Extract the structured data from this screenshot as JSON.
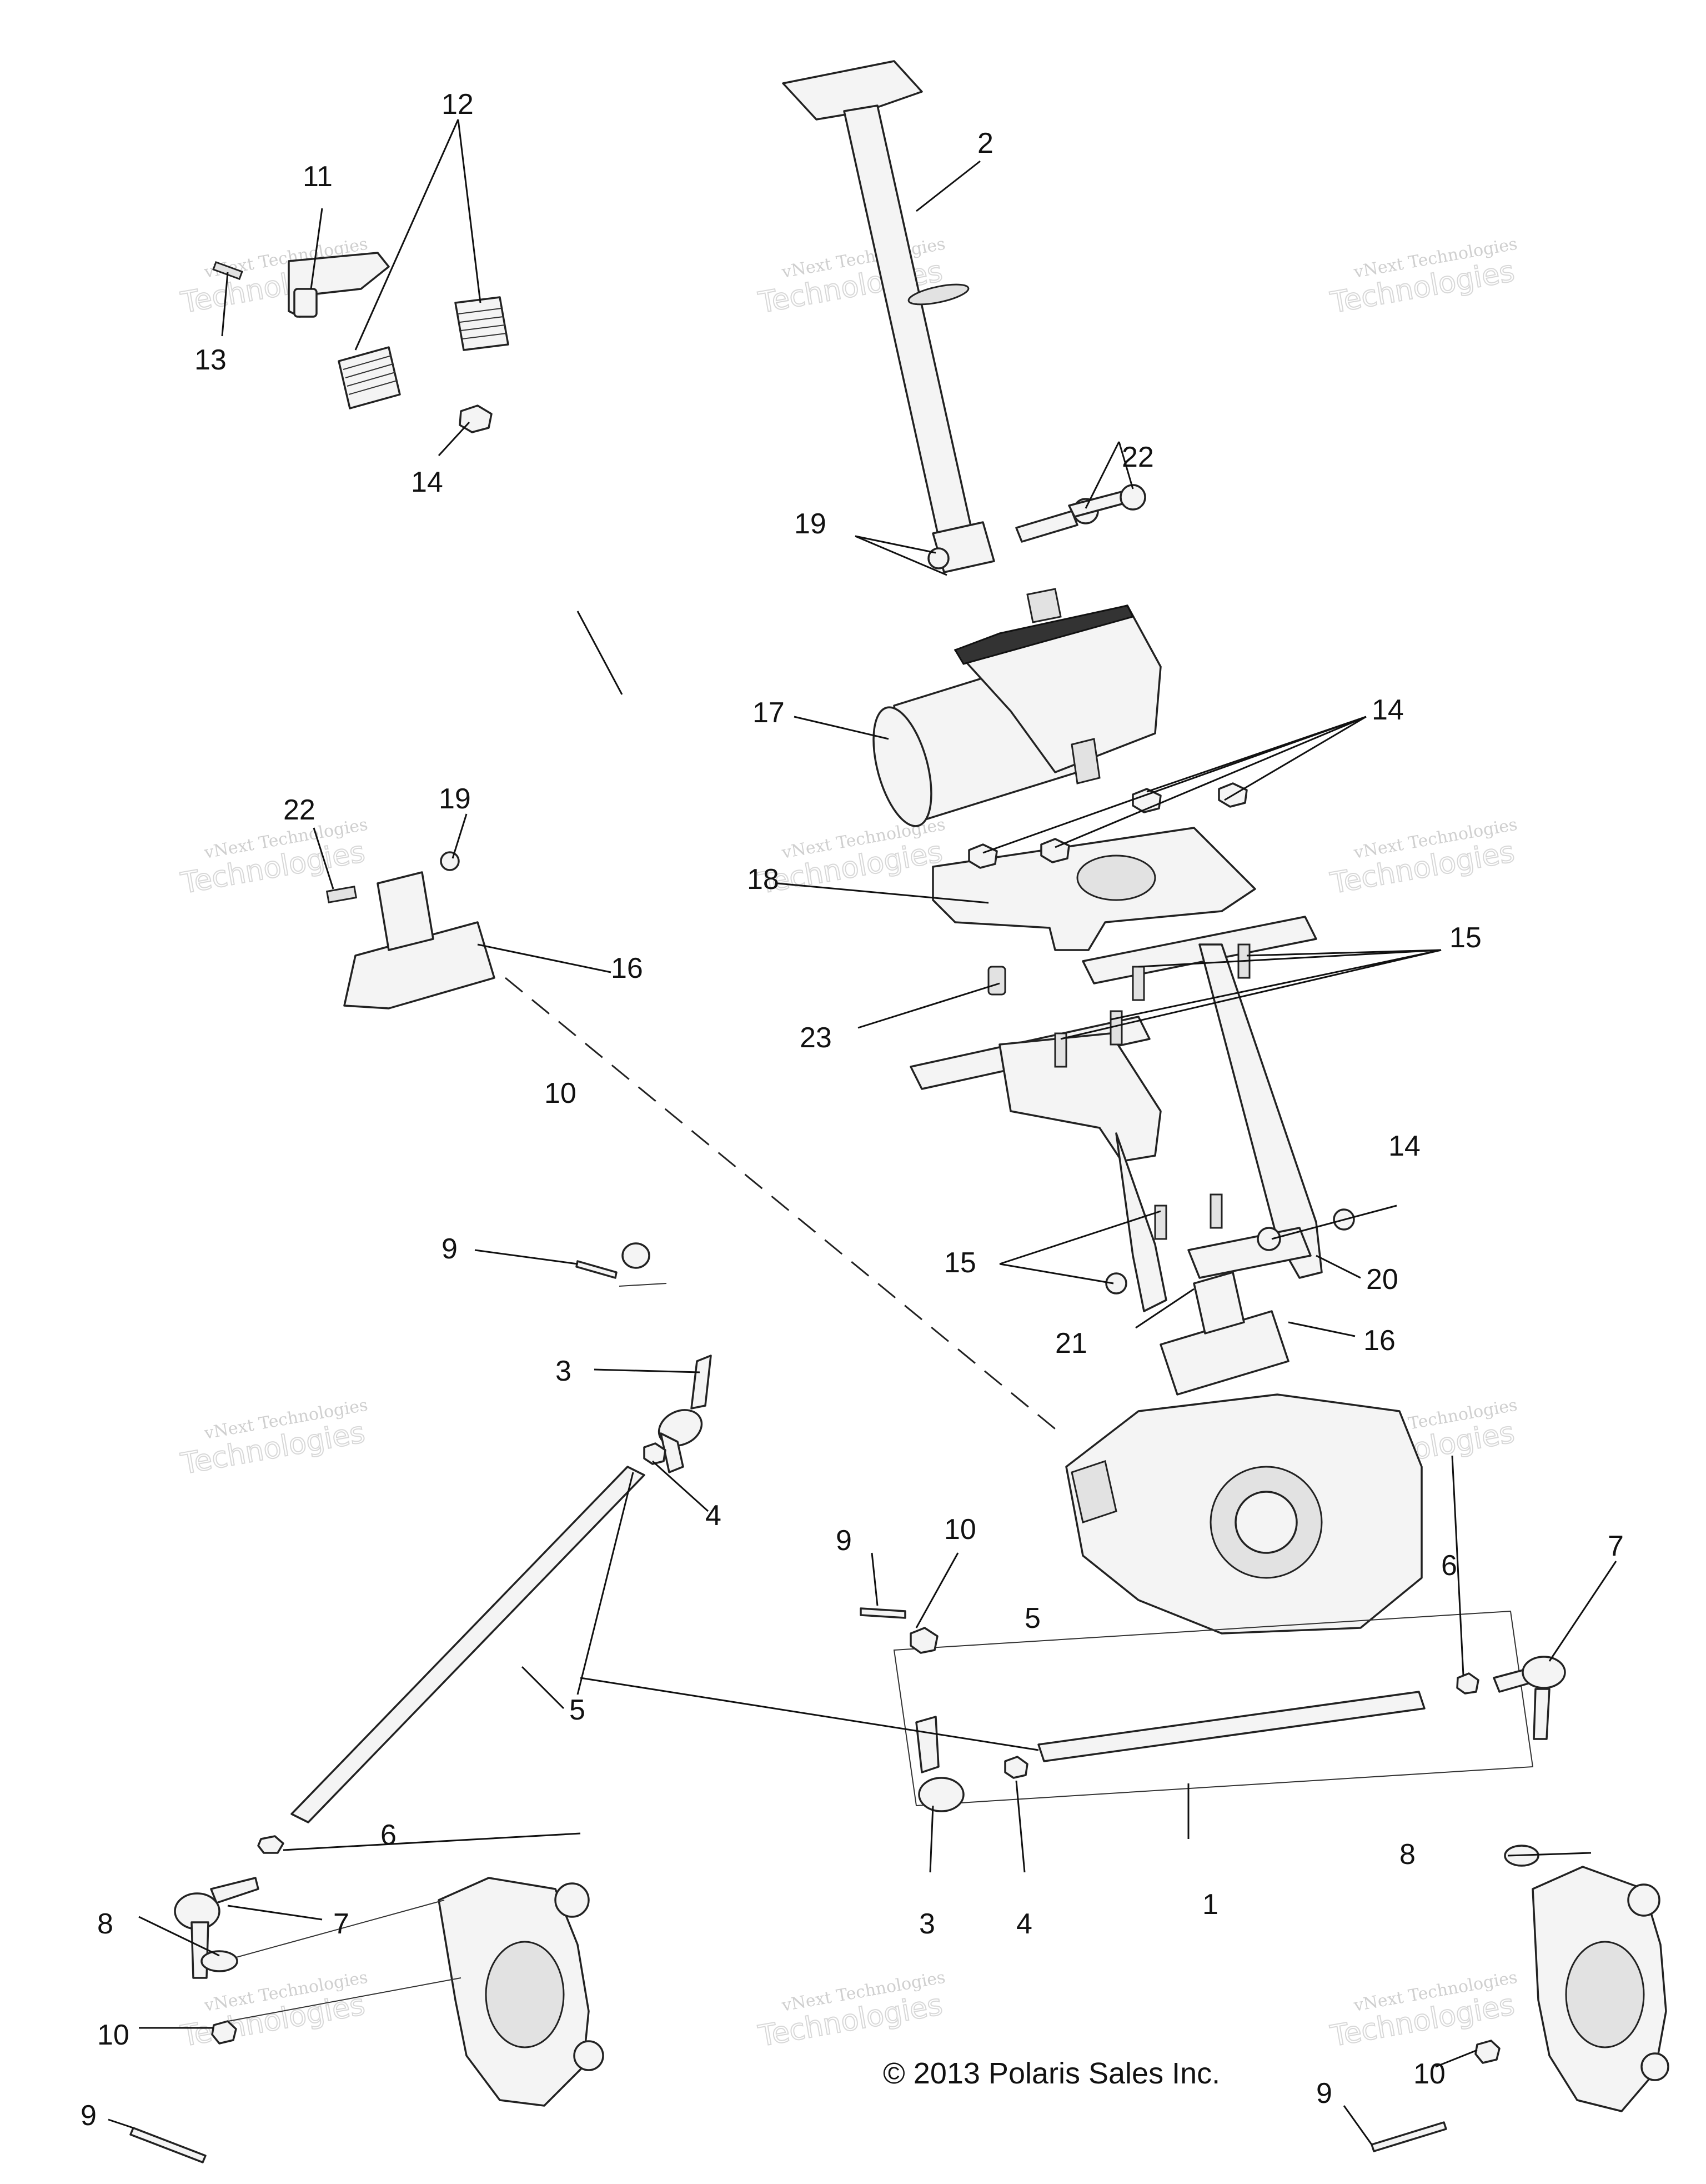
{
  "callouts": [
    {
      "id": "c12",
      "text": "12"
    },
    {
      "id": "c11",
      "text": "11"
    },
    {
      "id": "c13",
      "text": "13"
    },
    {
      "id": "c14a",
      "text": "14"
    },
    {
      "id": "c2",
      "text": "2"
    },
    {
      "id": "c22a",
      "text": "22"
    },
    {
      "id": "c19a",
      "text": "19"
    },
    {
      "id": "c17",
      "text": "17"
    },
    {
      "id": "c14b",
      "text": "14"
    },
    {
      "id": "c22b",
      "text": "22"
    },
    {
      "id": "c19b",
      "text": "19"
    },
    {
      "id": "c18",
      "text": "18"
    },
    {
      "id": "c16a",
      "text": "16"
    },
    {
      "id": "c15a",
      "text": "15"
    },
    {
      "id": "c23",
      "text": "23"
    },
    {
      "id": "c10a",
      "text": "10"
    },
    {
      "id": "c14c",
      "text": "14"
    },
    {
      "id": "c9a",
      "text": "9"
    },
    {
      "id": "c15b",
      "text": "15"
    },
    {
      "id": "c20",
      "text": "20"
    },
    {
      "id": "c21",
      "text": "21"
    },
    {
      "id": "c16b",
      "text": "16"
    },
    {
      "id": "c3a",
      "text": "3"
    },
    {
      "id": "c4a",
      "text": "4"
    },
    {
      "id": "c9b",
      "text": "9"
    },
    {
      "id": "c10b",
      "text": "10"
    },
    {
      "id": "c7a",
      "text": "7"
    },
    {
      "id": "c6a",
      "text": "6"
    },
    {
      "id": "c5a",
      "text": "5"
    },
    {
      "id": "c5b",
      "text": "5"
    },
    {
      "id": "c6b",
      "text": "6"
    },
    {
      "id": "c7b",
      "text": "7"
    },
    {
      "id": "c8a",
      "text": "8"
    },
    {
      "id": "c1",
      "text": "1"
    },
    {
      "id": "c3b",
      "text": "3"
    },
    {
      "id": "c4b",
      "text": "4"
    },
    {
      "id": "c8b",
      "text": "8"
    },
    {
      "id": "c10c",
      "text": "10"
    },
    {
      "id": "c10d",
      "text": "10"
    },
    {
      "id": "c9c",
      "text": "9"
    },
    {
      "id": "c9d",
      "text": "9"
    }
  ],
  "watermark": {
    "line1": "vNext Technologies",
    "line2": "Technologies"
  },
  "copyright": "© 2013 Polaris Sales Inc."
}
